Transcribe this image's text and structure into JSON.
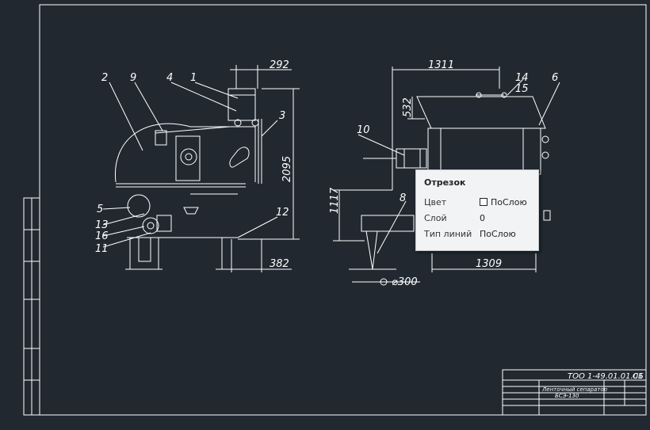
{
  "drawing": {
    "callouts": [
      "1",
      "2",
      "3",
      "4",
      "5",
      "6",
      "8",
      "9",
      "10",
      "11",
      "12",
      "13",
      "14",
      "15",
      "16"
    ],
    "dimensions": {
      "d292": "292",
      "d2095": "2095",
      "d382": "382",
      "d1311": "1311",
      "d532": "532",
      "d1117": "1117",
      "d1309": "1309",
      "d300": "⌀300"
    },
    "title_block": {
      "designation": "ТОО 1-49.01.01.01",
      "sheet_mark": "СБ",
      "name_line1": "Ленточный сепаратор",
      "name_line2": "БСЭ-130"
    }
  },
  "tooltip": {
    "title": "Отрезок",
    "rows": [
      {
        "label": "Цвет",
        "value": "ПоСлою",
        "has_swatch": true
      },
      {
        "label": "Слой",
        "value": "0",
        "has_swatch": false
      },
      {
        "label": "Тип линий",
        "value": "ПоСлою",
        "has_swatch": false
      }
    ]
  },
  "colors": {
    "background": "#212830",
    "lines": "#ffffff",
    "tooltip_bg": "#f1f3f5"
  }
}
